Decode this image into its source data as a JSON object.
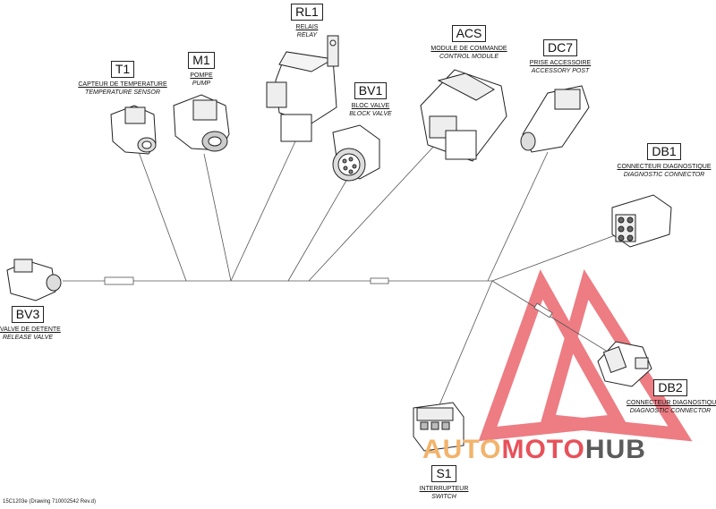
{
  "components": {
    "t1": {
      "code": "T1",
      "fr": "CAPTEUR DE TEMPERATURE",
      "en": "TEMPERATURE SENSOR"
    },
    "m1": {
      "code": "M1",
      "fr": "POMPE",
      "en": "PUMP"
    },
    "rl1": {
      "code": "RL1",
      "fr": "RELAIS",
      "en": "RELAY"
    },
    "bv1": {
      "code": "BV1",
      "fr": "BLOC VALVE",
      "en": "BLOCK VALVE"
    },
    "acs": {
      "code": "ACS",
      "fr": "MODULE DE COMMANDE",
      "en": "CONTROL MODULE"
    },
    "dc7": {
      "code": "DC7",
      "fr": "PRISE ACCESSOIRE",
      "en": "ACCESSORY POST"
    },
    "db1": {
      "code": "DB1",
      "fr": "CONNECTEUR DIAGNOSTIQUE",
      "en": "DIAGNOSTIC CONNECTOR"
    },
    "bv3": {
      "code": "BV3",
      "fr": "VALVE DE DETENTE",
      "en": "RELEASE VALVE"
    },
    "db2": {
      "code": "DB2",
      "fr": "CONNECTEUR DIAGNOSTIQUE",
      "en": "DIAGNOSTIC CONNECTOR"
    },
    "s1": {
      "code": "S1",
      "fr": "INTERRUPTEUR",
      "en": "SWITCH"
    }
  },
  "footer": "15C1203e (Drawing 710002542 Rev.d)",
  "watermark": {
    "part1": "AUTO",
    "part2": "MOTO",
    "part3": "HUB"
  },
  "colors": {
    "line": "#555555",
    "stroke": "#222222",
    "watermark_red": "#e8515a",
    "watermark_orange": "#f2b36b",
    "watermark_gray": "#5b5b5b"
  }
}
